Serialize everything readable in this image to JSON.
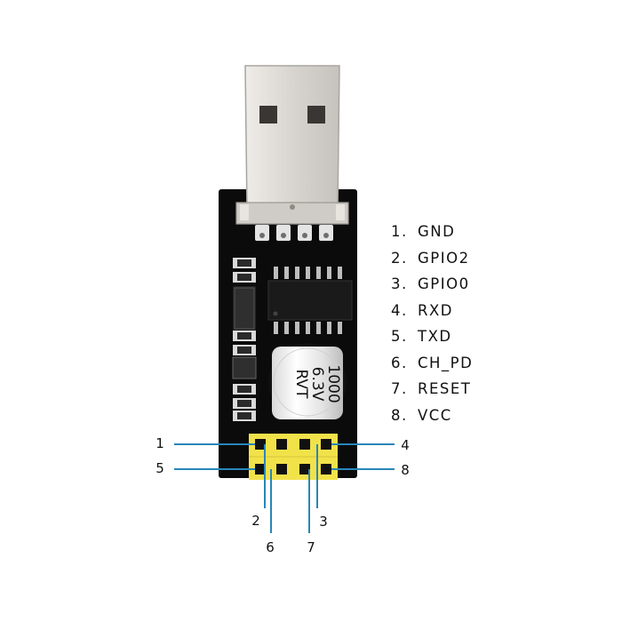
{
  "capacitor": {
    "line1": "1000",
    "line2": "6.3V",
    "line3": "RVT"
  },
  "pin_list": [
    {
      "num": "1.",
      "name": "GND"
    },
    {
      "num": "2.",
      "name": "GPIO2"
    },
    {
      "num": "3.",
      "name": "GPIO0"
    },
    {
      "num": "4.",
      "name": "RXD"
    },
    {
      "num": "5.",
      "name": "TXD"
    },
    {
      "num": "6.",
      "name": "CH_PD"
    },
    {
      "num": "7.",
      "name": "RESET"
    },
    {
      "num": "8.",
      "name": "VCC"
    }
  ],
  "callouts": {
    "p1": "1",
    "p2": "2",
    "p3": "3",
    "p4": "4",
    "p5": "5",
    "p6": "6",
    "p7": "7",
    "p8": "8"
  },
  "colors": {
    "pcb": "#0b0b0b",
    "header": "#f2e24a",
    "leader_line": "#2a86b8",
    "usb_metal": "#d9d6d2",
    "pin_metal": "#b8b8b8"
  }
}
